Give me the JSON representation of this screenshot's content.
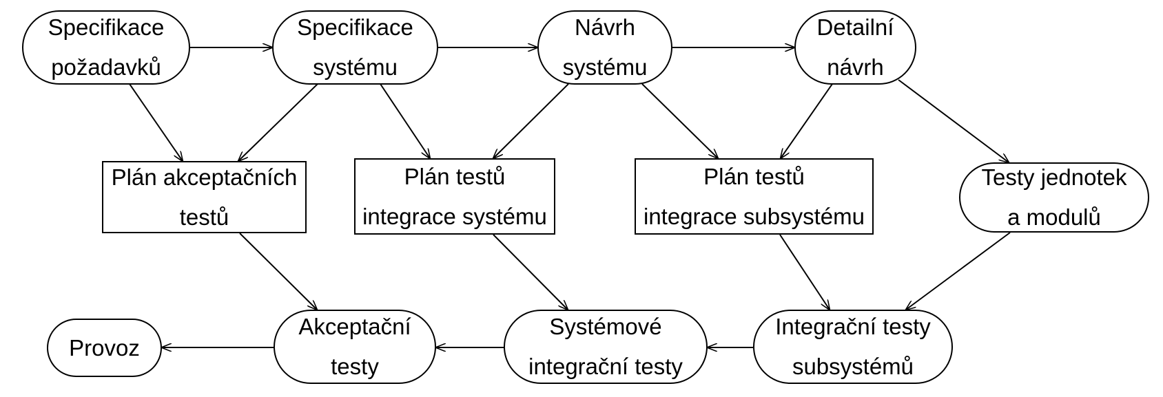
{
  "nodes": {
    "spec_pozadavku": [
      "Specifikace",
      "požadavků"
    ],
    "spec_systemu": [
      "Specifikace",
      "systému"
    ],
    "navrh_systemu": [
      "Návrh",
      "systému"
    ],
    "detailni_navrh": [
      "Detailní",
      "návrh"
    ],
    "plan_akceptacnich": [
      "Plán akceptačních",
      "testů"
    ],
    "plan_integrace_systemu": [
      "Plán testů",
      "integrace systému"
    ],
    "plan_integrace_subsystemu": [
      "Plán testů",
      "integrace subsystému"
    ],
    "testy_jednotek": [
      "Testy jednotek",
      "a modulů"
    ],
    "provoz": [
      "Provoz"
    ],
    "akceptacni_testy": [
      "Akceptační",
      "testy"
    ],
    "systemove_testy": [
      "Systémové",
      "integrační testy"
    ],
    "integracni_testy_subsystemu": [
      "Integrační testy",
      "subsystémů"
    ]
  },
  "edges": [
    [
      "spec_pozadavku",
      "spec_systemu"
    ],
    [
      "spec_systemu",
      "navrh_systemu"
    ],
    [
      "navrh_systemu",
      "detailni_navrh"
    ],
    [
      "spec_pozadavku",
      "plan_akceptacnich"
    ],
    [
      "spec_systemu",
      "plan_akceptacnich"
    ],
    [
      "spec_systemu",
      "plan_integrace_systemu"
    ],
    [
      "navrh_systemu",
      "plan_integrace_systemu"
    ],
    [
      "navrh_systemu",
      "plan_integrace_subsystemu"
    ],
    [
      "detailni_navrh",
      "plan_integrace_subsystemu"
    ],
    [
      "detailni_navrh",
      "testy_jednotek"
    ],
    [
      "plan_akceptacnich",
      "akceptacni_testy"
    ],
    [
      "plan_integrace_systemu",
      "systemove_testy"
    ],
    [
      "plan_integrace_subsystemu",
      "integracni_testy_subsystemu"
    ],
    [
      "testy_jednotek",
      "integracni_testy_subsystemu"
    ],
    [
      "integracni_testy_subsystemu",
      "systemove_testy"
    ],
    [
      "systemove_testy",
      "akceptacni_testy"
    ],
    [
      "akceptacni_testy",
      "provoz"
    ]
  ]
}
